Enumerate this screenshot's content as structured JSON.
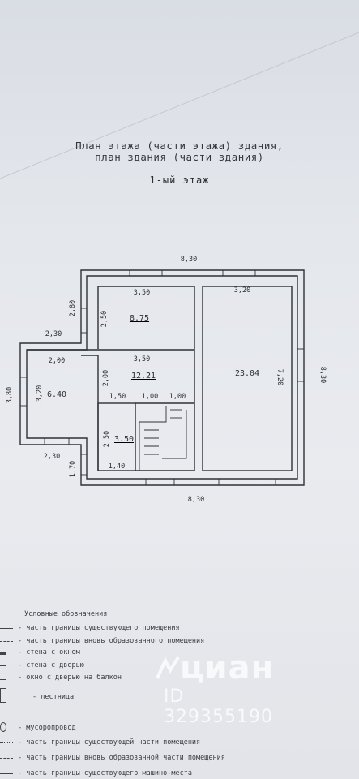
{
  "title": {
    "line1": "План этажа (части этажа) здания,",
    "line2": "план здания (части здания)"
  },
  "floor_label": "1-ый этаж",
  "plan": {
    "dims": {
      "top_overall": "8,30",
      "bottom_overall": "8,30",
      "right_overall": "8,30",
      "left_overall": "3,80",
      "upper_left_height": "2,80",
      "left_step_width": "2,30",
      "room_875_width": "3,50",
      "room_875_height": "2,50",
      "right_room_width": "3,20",
      "right_room_height": "7,20",
      "left_room_width": "2,00",
      "left_room_height": "3,20",
      "hall_width": "3,50",
      "hall_height": "2,00",
      "bath_width_top": "1,50",
      "stair_width_a": "1,00",
      "stair_width_b": "1,00",
      "bath_height": "2,50",
      "bath_width_bottom": "1,40",
      "lower_left_width": "2,30",
      "lower_left_height": "1,70"
    },
    "areas": {
      "room_upper": "8.75",
      "room_left": "6.40",
      "hall": "12.21",
      "room_right": "23.04",
      "bath": "3.50"
    }
  },
  "legend": {
    "heading": "Условные обозначения",
    "items": [
      "- часть границы существующего помещения",
      "- часть границы вновь образованного помещения",
      "- стена с окном",
      "- стена с дверью",
      "- окно с дверью на балкон",
      "- лестница",
      "- мусоропровод",
      "- часть границы существующей части помещения",
      "- часть границы вновь образованной части помещения",
      "- часть границы существующего машино-места"
    ]
  },
  "watermark": {
    "brand": "циан",
    "id": "ID 329355190"
  }
}
